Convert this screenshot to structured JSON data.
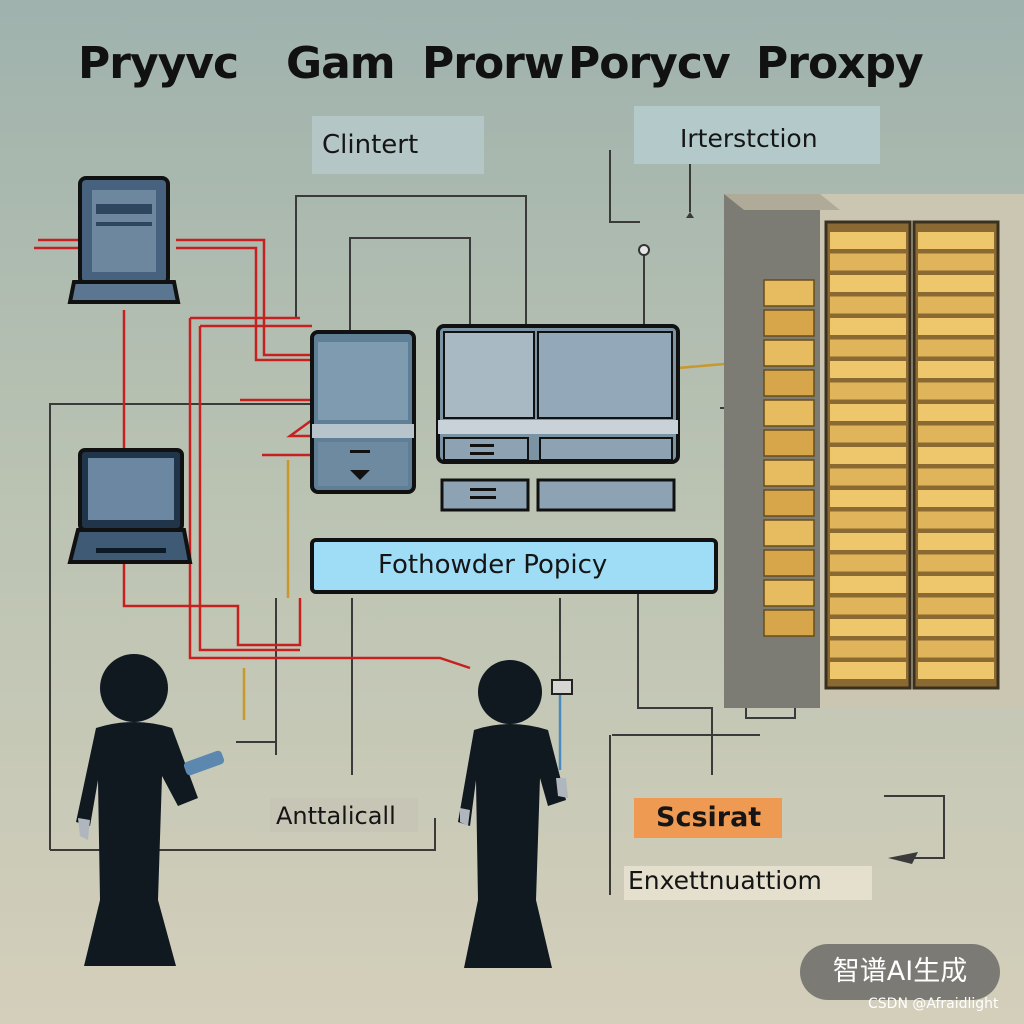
{
  "title": {
    "words": [
      "Pryyvc",
      "Gam",
      "Prorw",
      "Porycv",
      "Proxpy"
    ]
  },
  "labels": {
    "client": "Clintert",
    "intersection": "Irterstction",
    "forwarder": "Fothowder Popicy",
    "analytical": "Anttalicall",
    "sesirat": "Scsirat",
    "enext": "Enxettnuattiom"
  },
  "watermark": "智谱AI生成",
  "credit": "CSDN @Afraidlight"
}
